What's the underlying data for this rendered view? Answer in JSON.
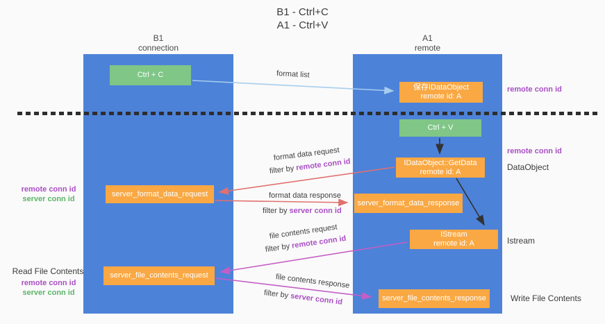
{
  "title": {
    "line1": "B1 - Ctrl+C",
    "line2": "A1 - Ctrl+V"
  },
  "columns": {
    "left": {
      "name": "B1",
      "role": "connection"
    },
    "right": {
      "name": "A1",
      "role": "remote"
    }
  },
  "nodes": {
    "ctrl_c": {
      "label": "Ctrl + C"
    },
    "save_dataobject": {
      "line1": "保存IDataObject",
      "line2": "remote id: A"
    },
    "ctrl_v": {
      "label": "Ctrl + V"
    },
    "getdata": {
      "line1": "IDataObject::GetData",
      "line2": "remote id: A"
    },
    "format_request": {
      "label": "server_format_data_request"
    },
    "format_response": {
      "label": "server_format_data_response"
    },
    "istream": {
      "line1": "IStream",
      "line2": "remote id: A"
    },
    "file_request": {
      "label": "server_file_contents_request"
    },
    "file_response": {
      "label": "server_file_contents_response"
    }
  },
  "arrows": {
    "format_list": {
      "label": "format list"
    },
    "format_data_request": {
      "label": "format data request",
      "filter_prefix": "filter by ",
      "filter_id": "remote conn id"
    },
    "format_data_response": {
      "label": "format data response",
      "filter_prefix": "filter by ",
      "filter_id": "server conn id"
    },
    "file_contents_request": {
      "label": "file contents request",
      "filter_prefix": "filter by ",
      "filter_id": "remote conn id"
    },
    "file_contents_response": {
      "label": "file contents response",
      "filter_prefix": "filter by ",
      "filter_id": "server conn id"
    }
  },
  "side_labels": {
    "right_top_remote_conn_id": "remote conn id",
    "right_mid_remote_conn_id": "remote conn id",
    "right_dataobject": "DataObject",
    "right_istream": "Istream",
    "right_write_file_contents": "Write File Contents",
    "left_remote_conn_id_1": "remote conn id",
    "left_server_conn_id_1": "server conn id",
    "left_read_file_contents": "Read File Contents",
    "left_remote_conn_id_2": "remote conn id",
    "left_server_conn_id_2": "server conn id"
  },
  "colors": {
    "background": "#fafafa",
    "column_blue": "#4d82d9",
    "box_green": "#7fc687",
    "box_orange": "#f9a843",
    "arrow_light_blue": "#a6cdee",
    "arrow_red": "#e0716f",
    "arrow_magenta": "#c45ec6",
    "arrow_black": "#333333",
    "label_purple": "#a94fc4",
    "label_green": "#5cb567",
    "text_dark": "#3a3a3a"
  }
}
